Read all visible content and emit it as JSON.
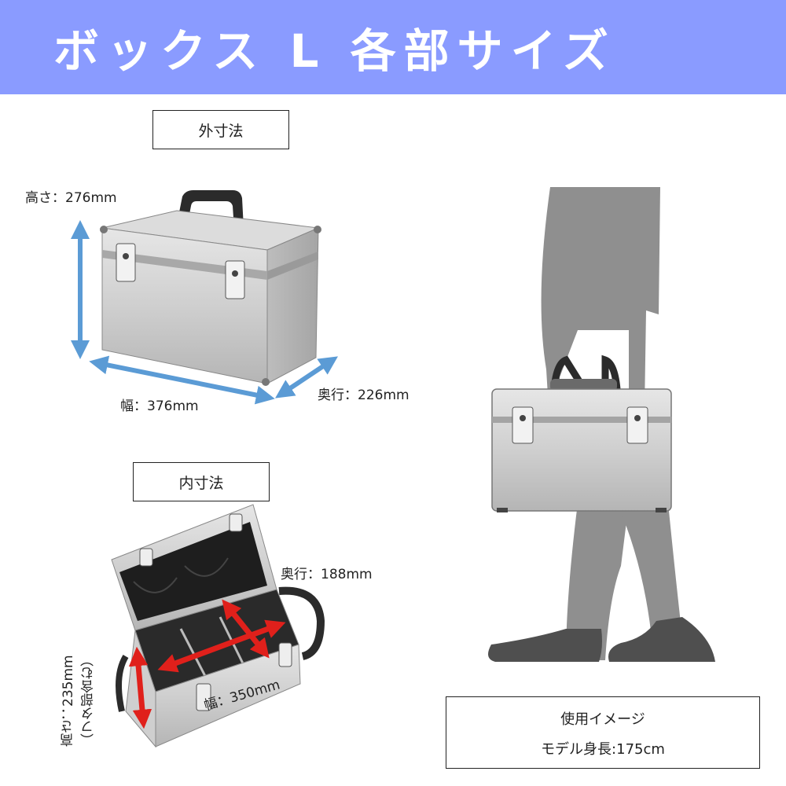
{
  "header": {
    "title": "ボックス L 各部サイズ",
    "bg_color": "#8a9bff"
  },
  "outer": {
    "label": "外寸法",
    "height": "高さ：276mm",
    "width": "幅：376mm",
    "depth": "奥行：226mm"
  },
  "inner": {
    "label": "内寸法",
    "depth": "奥行：188mm",
    "width": "幅：350mm",
    "height_line1": "高さ：235mm",
    "height_line2": "（フタ部含む）"
  },
  "usage": {
    "title": "使用イメージ",
    "model_height": "モデル身長:175cm"
  },
  "colors": {
    "arrow_blue": "#5b9bd5",
    "arrow_red": "#e0201b",
    "silhouette": "#8f8f8f",
    "case_silver": "#c9c9c9"
  }
}
